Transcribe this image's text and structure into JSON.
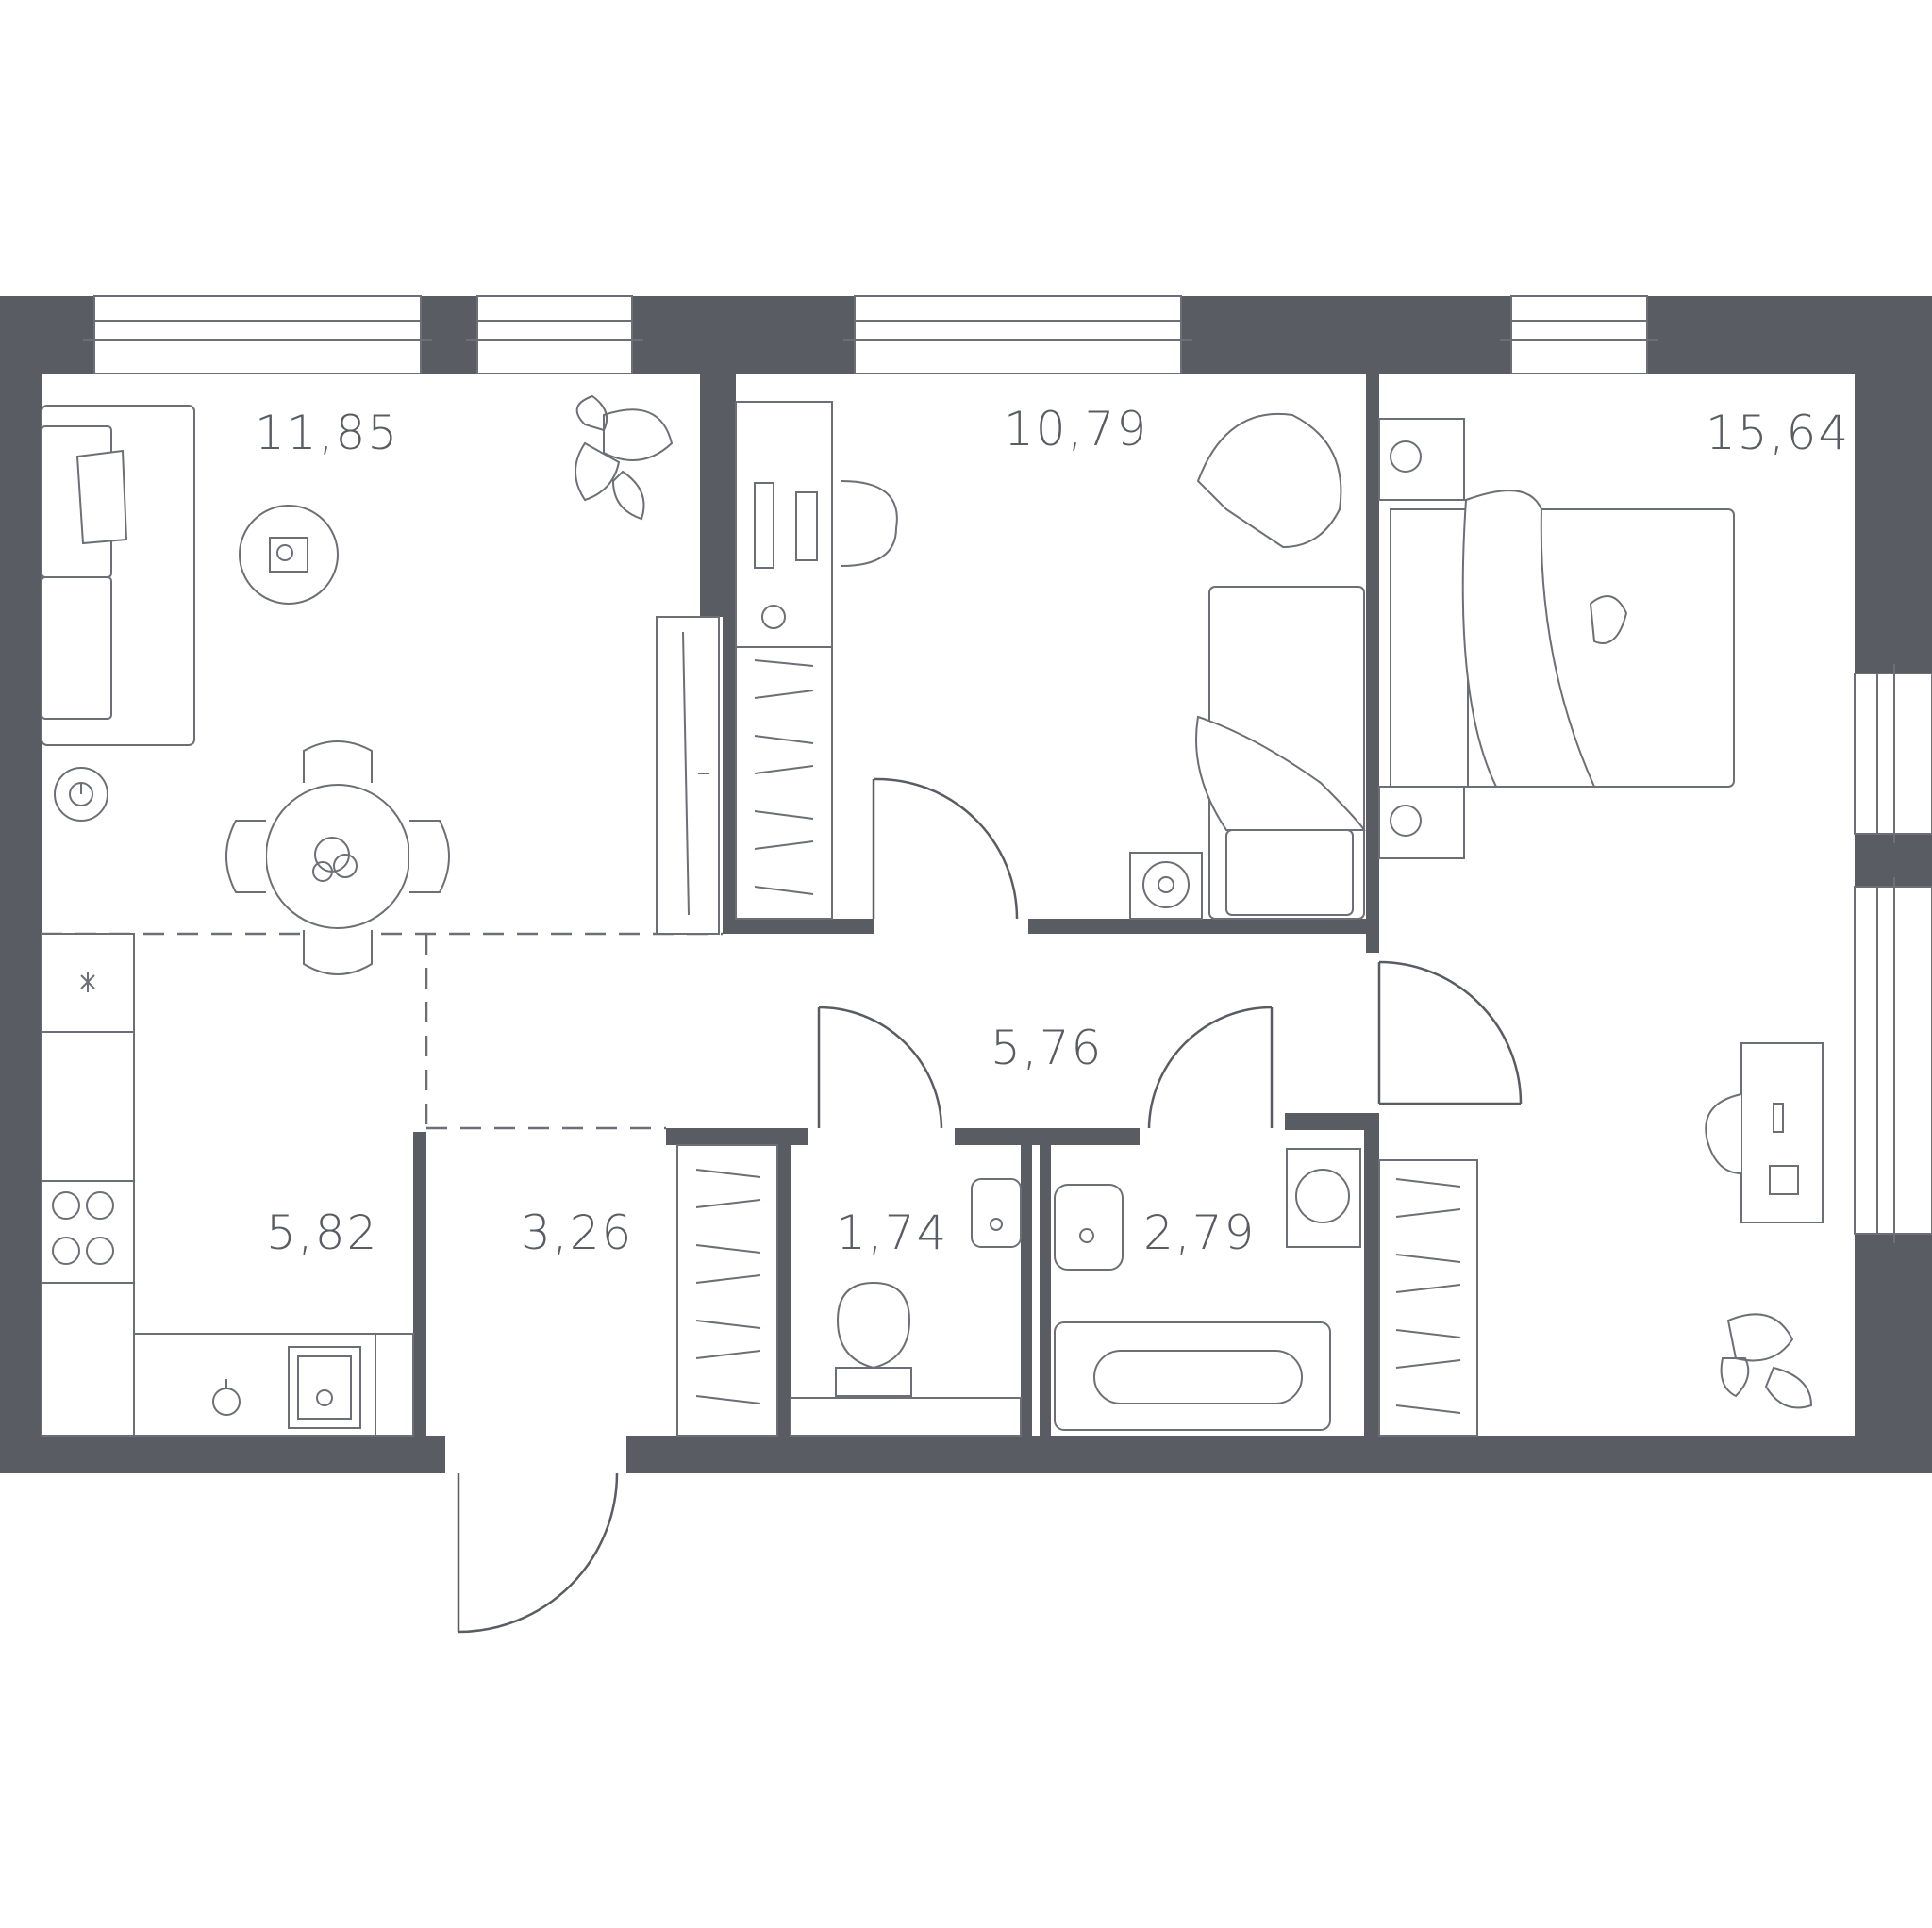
{
  "colors": {
    "wall": "#5a5c63",
    "line": "#6d6f76",
    "background": "#ffffff"
  },
  "rooms": [
    {
      "id": "living",
      "area": "11,85"
    },
    {
      "id": "bedroom-middle",
      "area": "10,79"
    },
    {
      "id": "bedroom-right",
      "area": "15,64"
    },
    {
      "id": "hall",
      "area": "5,76"
    },
    {
      "id": "kitchen",
      "area": "5,82"
    },
    {
      "id": "entry",
      "area": "3,26"
    },
    {
      "id": "wc",
      "area": "1,74"
    },
    {
      "id": "bathroom",
      "area": "2,79"
    }
  ]
}
